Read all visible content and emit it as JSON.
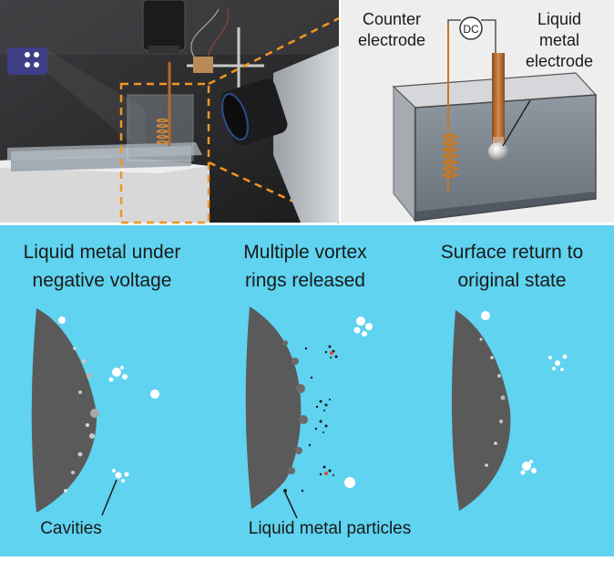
{
  "setup_panel": {
    "counter_electrode_label": [
      "Counter",
      "electrode"
    ],
    "dc_label": "DC",
    "liquid_metal_electrode_label": [
      "Liquid",
      "metal",
      "electrode"
    ]
  },
  "process_panel": {
    "stages": [
      {
        "title": [
          "Liquid metal under",
          "negative voltage"
        ]
      },
      {
        "title": [
          "Multiple vortex",
          "rings released"
        ]
      },
      {
        "title": [
          "Surface return to",
          "original state"
        ]
      }
    ],
    "annotations": {
      "cavities": "Cavities",
      "particles": "Liquid metal particles"
    }
  },
  "colors": {
    "water_blue": "#5fd3ef",
    "liquid_metal": "#5a5a5a",
    "copper_coil": "#c8781f",
    "orange_dash": "#f39424"
  }
}
